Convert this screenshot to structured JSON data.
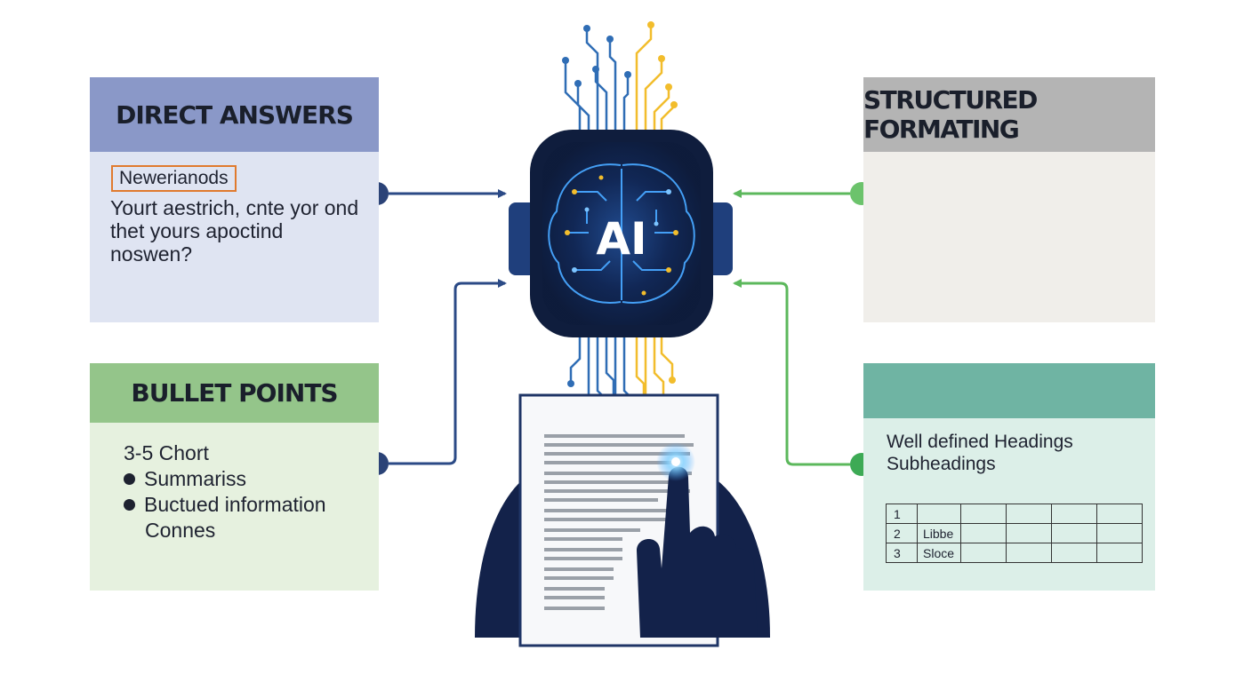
{
  "cards": {
    "direct_answers": {
      "title": "DIRECT ANSWERS",
      "highlight": "Newerianods",
      "text": "Yourt aestrich, cnte yor ond thet yours apoctind noswen?"
    },
    "bullet_points": {
      "title": "BULLET POINTS",
      "items": [
        {
          "text": "3-5 Chort",
          "bullet": false
        },
        {
          "text": "Summariss",
          "bullet": true
        },
        {
          "text": "Buctued information",
          "bullet": true
        },
        {
          "text": "Connes",
          "bullet": false
        }
      ]
    },
    "structured_formatting": {
      "title": "STRUCTURED FORMATING"
    },
    "headings": {
      "line1": "Well defined Headings",
      "line2": "Subheadings",
      "table_rows": [
        {
          "num": "1",
          "label": ""
        },
        {
          "num": "2",
          "label": "Libbe"
        },
        {
          "num": "3",
          "label": "Sloce"
        }
      ]
    }
  },
  "center": {
    "chip_label": "AI"
  },
  "colors": {
    "navy": "#1f3566",
    "green": "#5cb85c",
    "chip_bg": "#0f1d3d",
    "trace_blue": "#2f6db5",
    "trace_yellow": "#f2bd2c"
  }
}
